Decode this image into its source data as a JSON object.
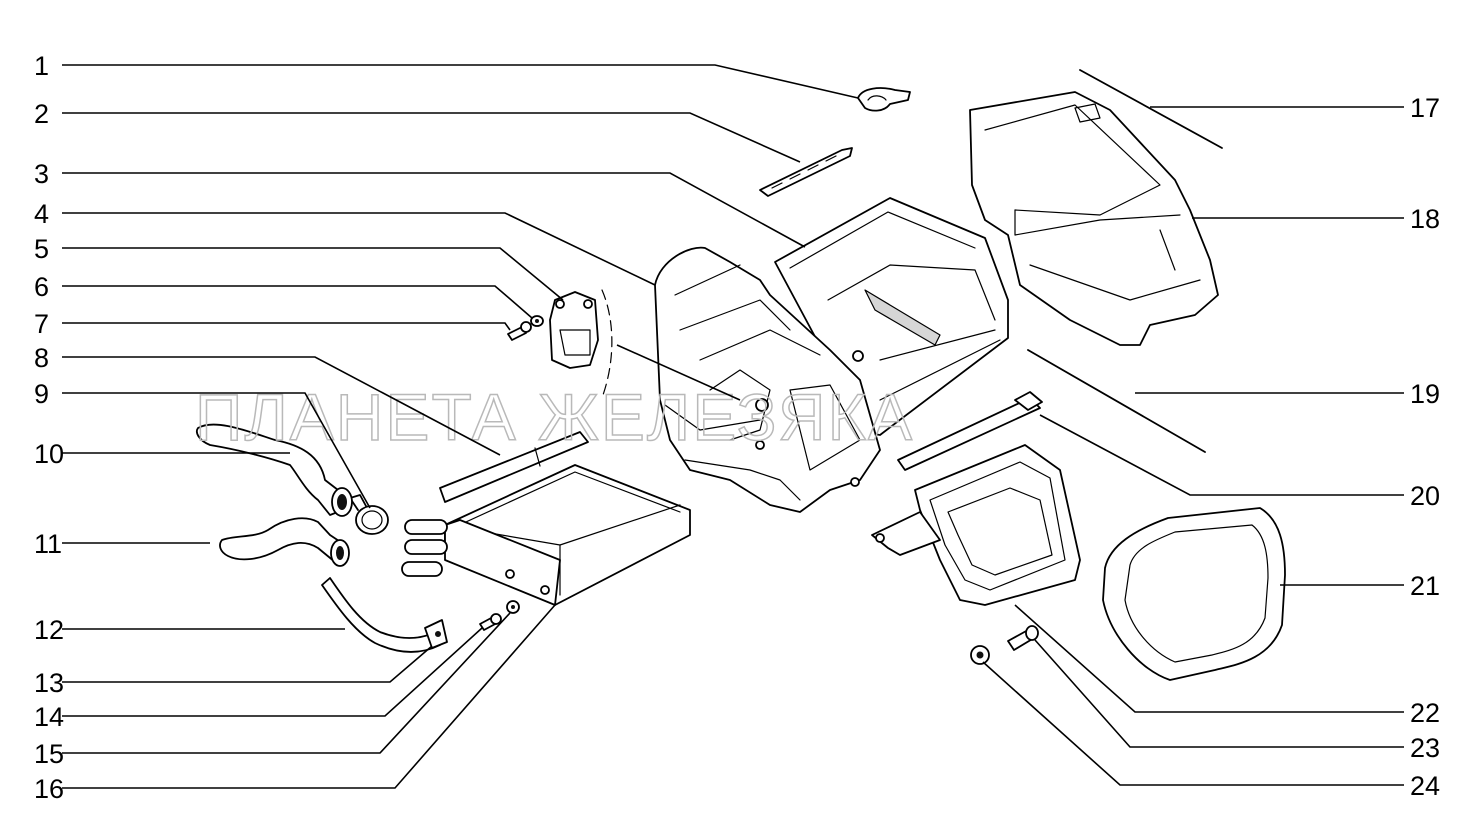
{
  "watermark": "ПЛАНЕТА ЖЕЛЕЗЯКА",
  "callouts_left": [
    "1",
    "2",
    "3",
    "4",
    "5",
    "6",
    "7",
    "8",
    "9",
    "10",
    "11",
    "12",
    "13",
    "14",
    "15",
    "16"
  ],
  "callouts_right": [
    "17",
    "18",
    "19",
    "20",
    "21",
    "22",
    "23",
    "24"
  ]
}
